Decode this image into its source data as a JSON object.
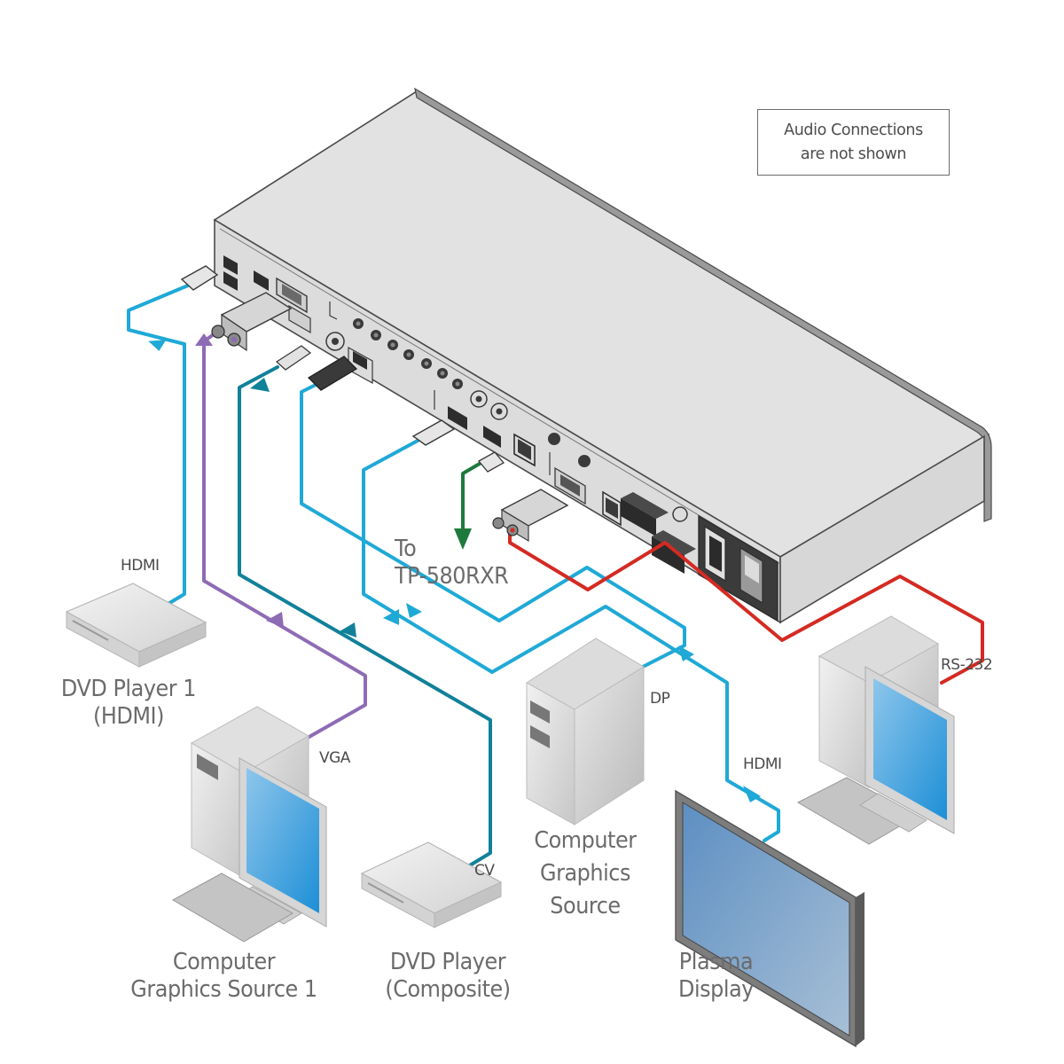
{
  "note": {
    "line1": "Audio Connections",
    "line2": "are not shown"
  },
  "device": {
    "name": "switcher-scaler-rear-panel"
  },
  "devices": {
    "dvd1": {
      "title_line1": "DVD Player 1",
      "title_line2": "(HDMI)"
    },
    "pc1": {
      "title_line1": "Computer",
      "title_line2": "Graphics Source 1"
    },
    "dvd_composite": {
      "title_line1": "DVD Player",
      "title_line2": "(Composite)"
    },
    "pc2": {
      "title_line1": "Computer",
      "title_line2": "Graphics",
      "title_line3": "Source"
    },
    "plasma": {
      "title_line1": "Plasma",
      "title_line2": "Display"
    },
    "tp_receiver": {
      "title_line1": "To",
      "title_line2": "TP-580RXR"
    }
  },
  "cables": [
    {
      "id": "hdmi-in",
      "label": "HDMI",
      "color": "#1fa9d6",
      "from": "DVD Player 1",
      "direction": "to-device"
    },
    {
      "id": "vga-in",
      "label": "VGA",
      "color": "#8e6bb5",
      "from": "Computer Graphics Source 1",
      "direction": "to-device"
    },
    {
      "id": "cv-in",
      "label": "CV",
      "color": "#11819a",
      "from": "DVD Player (Composite)",
      "direction": "to-device"
    },
    {
      "id": "dp-in",
      "label": "DP",
      "color": "#1fa9d6",
      "from": "Computer Graphics Source",
      "direction": "to-device"
    },
    {
      "id": "hdmi-out",
      "label": "HDMI",
      "color": "#1fa9d6",
      "to": "Plasma Display",
      "direction": "from-device"
    },
    {
      "id": "rs232",
      "label": "RS-232",
      "color": "#d42a22",
      "to": "PC controller",
      "direction": "bidirectional"
    },
    {
      "id": "hdbt-out",
      "label": "",
      "color": "#1e7a3c",
      "to": "TP-580RXR",
      "direction": "from-device"
    }
  ],
  "colors": {
    "device_body": "#dcdcdc",
    "device_top": "#e3e2e2",
    "outline": "#4a4a4a",
    "screen_blue": "#3b9fd8",
    "plasma_screen": "#6f9cc8",
    "label_text": "#6b6b6b"
  }
}
